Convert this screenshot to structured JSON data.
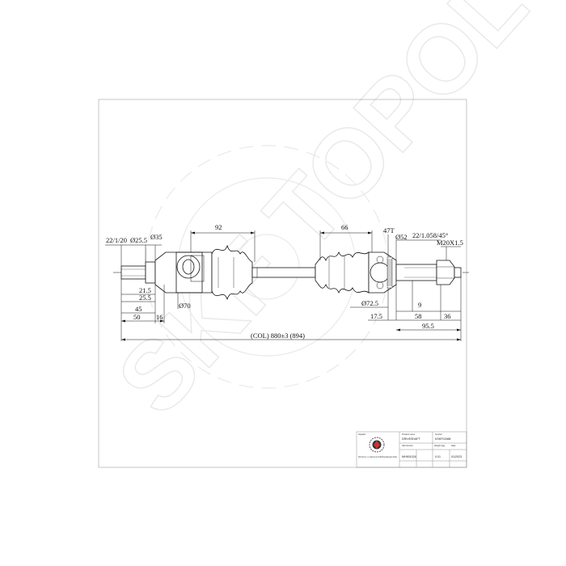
{
  "drawing": {
    "dims": {
      "spline_left": "22/1/20",
      "d25": "Ø25.5",
      "d35": "Ø35",
      "len92": "92",
      "len66": "66",
      "abs": "47T",
      "d52": "Ø52",
      "spline_right": "22/1.058/45°",
      "thread": "M20X1.5",
      "l21": "21.5",
      "l25": "25.5",
      "l45": "45",
      "l50": "50",
      "l16": "16",
      "d70": "Ø70",
      "d72": "Ø72.5",
      "l9": "9",
      "l17": "17.5",
      "l58": "58",
      "l36": "36",
      "l95": "95.5",
      "total": "(COL) 880±3 (894)"
    },
    "watermark": "SKF TOPOL"
  },
  "title_block": {
    "supplier_label": "Supplier",
    "product_name_label": "Product name",
    "product_name": "DRIVESHAFT",
    "symbol_label": "Symbol",
    "symbol": "KSKF01988",
    "oe_label": "OE Number",
    "oe_number": "MH901024",
    "weight_label": "Weight (kg)",
    "weight": "0.01",
    "date_label": "Date",
    "date": "01/2023",
    "address": "SKF Topol Sp. z o.o. Mlecznow 2a, 05-300 Minsk Mazowiecki, Poland"
  }
}
